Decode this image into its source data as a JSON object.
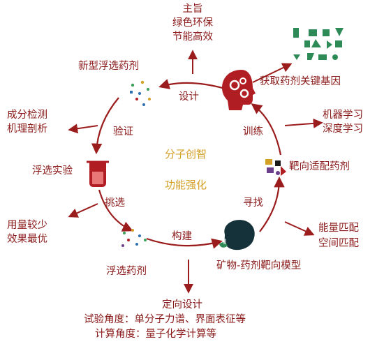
{
  "colors": {
    "arrow": "#9b1c1c",
    "text": "#8b1a1a",
    "center_text": "#d4a027",
    "icon_green": "#2e8b57",
    "head_red": "#b01e23",
    "mineral_dark": "#15323a"
  },
  "center": {
    "line1": "分子创智",
    "line2": "功能强化"
  },
  "stages": {
    "design": "设计",
    "train": "训练",
    "seek": "寻找",
    "build": "构建",
    "select": "挑选",
    "verify": "验证"
  },
  "nodes": {
    "new_reagent": "新型浮选药剂",
    "gene": "获取药剂关键基因",
    "target_reagent": "靶向适配药剂",
    "model": "矿物-药剂靶向模型",
    "reagent": "浮选药剂",
    "experiment": "浮选实验"
  },
  "outer": {
    "top": [
      "主旨",
      "绿色环保",
      "节能高效"
    ],
    "ml": [
      "机器学习",
      "深度学习"
    ],
    "match": [
      "能量匹配",
      "空间匹配"
    ],
    "directed": [
      "定向设计",
      "试验角度：单分子力谱、界面表征等",
      "计算角度：量子化学计算等"
    ],
    "dosage": [
      "用量较少",
      "效果最优"
    ],
    "analysis": [
      "成分检测",
      "机理剖析"
    ]
  },
  "icons": {
    "head": "head-gears-icon",
    "gene_shapes": "green-shapes-icon",
    "target": "reagent-molecules-icon",
    "mineral": "mineral-model-icon",
    "beaker": "beaker-icon"
  }
}
